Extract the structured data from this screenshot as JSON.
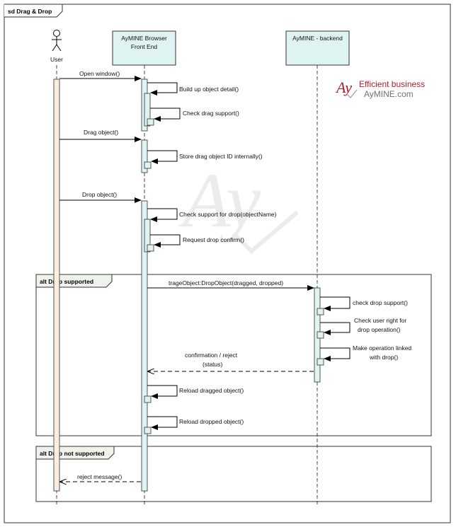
{
  "diagram": {
    "frame_title": "sd Drag & Drop",
    "lifelines": {
      "user": "User",
      "frontend_line1": "AyMINE Browser",
      "frontend_line2": "Front End",
      "backend": "AyMINE - backend"
    },
    "logo": {
      "mark": "Ay",
      "tagline": "Efficient business",
      "site": "AyMINE.com"
    },
    "watermark": "Ay",
    "messages": {
      "open_window": "Open window()",
      "build_up": "Build up object detail()",
      "check_drag": "Check drag support()",
      "drag_object": "Drag object()",
      "store_drag": "Store drag object ID internally()",
      "drop_object": "Drop object()",
      "check_support_drop": "Check support for drop(objectName)",
      "request_drop": "Request drop confirm()",
      "trage_object": "trageObject:DropObject(dragged, dropped)",
      "check_drop_support": "check drop support()",
      "check_user_right_1": "Check user right for",
      "check_user_right_2": "drop operation()",
      "make_operation_1": "Make operation linked",
      "make_operation_2": "with drop()",
      "confirmation_1": "confirmation / reject",
      "confirmation_2": "(status)",
      "reload_dragged": "Reload dragged object()",
      "reload_dropped": "Reload dropped object()",
      "reject_message": "reject message()"
    },
    "fragments": {
      "alt_supported": "alt Drop supported",
      "alt_not_supported": "alt Drop not supported"
    },
    "colors": {
      "lifeline_box": "#dff3f3",
      "activation": "#dff3f3",
      "user_activation": "#fbeedd",
      "logo_red": "#b0202a",
      "logo_grey": "#707070"
    }
  }
}
